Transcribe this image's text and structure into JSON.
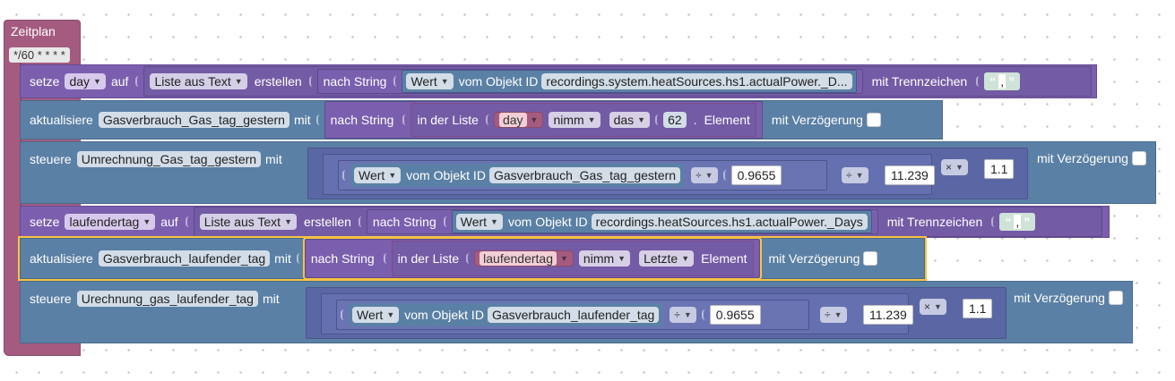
{
  "trigger": {
    "title": "Zeitplan",
    "cron": "*/60 * * * *"
  },
  "colors": {
    "trigger": "#a55b80",
    "variables": "#7b5fae",
    "iobroker": "#5b80a5",
    "text": "#745ba5",
    "lists": "#9a5ba5",
    "math": "#5b67a5",
    "selection_outline": "#f7c342"
  },
  "block1": {
    "setze": "setze",
    "var": "day",
    "auf": "auf",
    "list_from_text": "Liste aus Text",
    "erstellen": "erstellen",
    "nach_string": "nach String",
    "wert": "Wert",
    "vom_objekt": "vom Objekt ID",
    "object_id": "recordings.system.heatSources.hs1.actualPower._D...",
    "mit_trenn": "mit Trennzeichen",
    "quote_open": "“",
    "separator": ",",
    "quote_close": "”"
  },
  "block2": {
    "aktualisiere": "aktualisiere",
    "target": "Gasverbrauch_Gas_tag_gestern",
    "mit": "mit",
    "nach_string": "nach String",
    "in_der_liste": "in der Liste",
    "list_var": "day",
    "nimm": "nimm",
    "das": "das",
    "index": "62",
    "dot": ".",
    "element": "Element",
    "mit_verz": "mit Verzögerung"
  },
  "block3": {
    "steuere": "steuere",
    "target": "Umrechnung_Gas_tag_gestern",
    "mit": "mit",
    "wert": "Wert",
    "vom_objekt": "vom Objekt ID",
    "object_id": "Gasverbrauch_Gas_tag_gestern",
    "op1": "÷",
    "num1": "0.9655",
    "op2": "÷",
    "num2": "11.239",
    "op3": "×",
    "num3": "1.1",
    "mit_verz": "mit Verzögerung"
  },
  "block4": {
    "setze": "setze",
    "var": "laufendertag",
    "auf": "auf",
    "list_from_text": "Liste aus Text",
    "erstellen": "erstellen",
    "nach_string": "nach String",
    "wert": "Wert",
    "vom_objekt": "vom Objekt ID",
    "object_id": "recordings.heatSources.hs1.actualPower._Days",
    "mit_trenn": "mit Trennzeichen",
    "quote_open": "“",
    "separator": ",",
    "quote_close": "”"
  },
  "block5": {
    "aktualisiere": "aktualisiere",
    "target": "Gasverbrauch_laufender_tag",
    "mit": "mit",
    "nach_string": "nach String",
    "in_der_liste": "in der Liste",
    "list_var": "laufendertag",
    "nimm": "nimm",
    "which": "Letzte",
    "element": "Element",
    "mit_verz": "mit Verzögerung"
  },
  "block6": {
    "steuere": "steuere",
    "target": "Urechnung_gas_laufender_tag",
    "mit": "mit",
    "wert": "Wert",
    "vom_objekt": "vom Objekt ID",
    "object_id": "Gasverbrauch_laufender_tag",
    "op1": "÷",
    "num1": "0.9655",
    "op2": "÷",
    "num2": "11.239",
    "op3": "×",
    "num3": "1.1",
    "mit_verz": "mit Verzögerung"
  }
}
